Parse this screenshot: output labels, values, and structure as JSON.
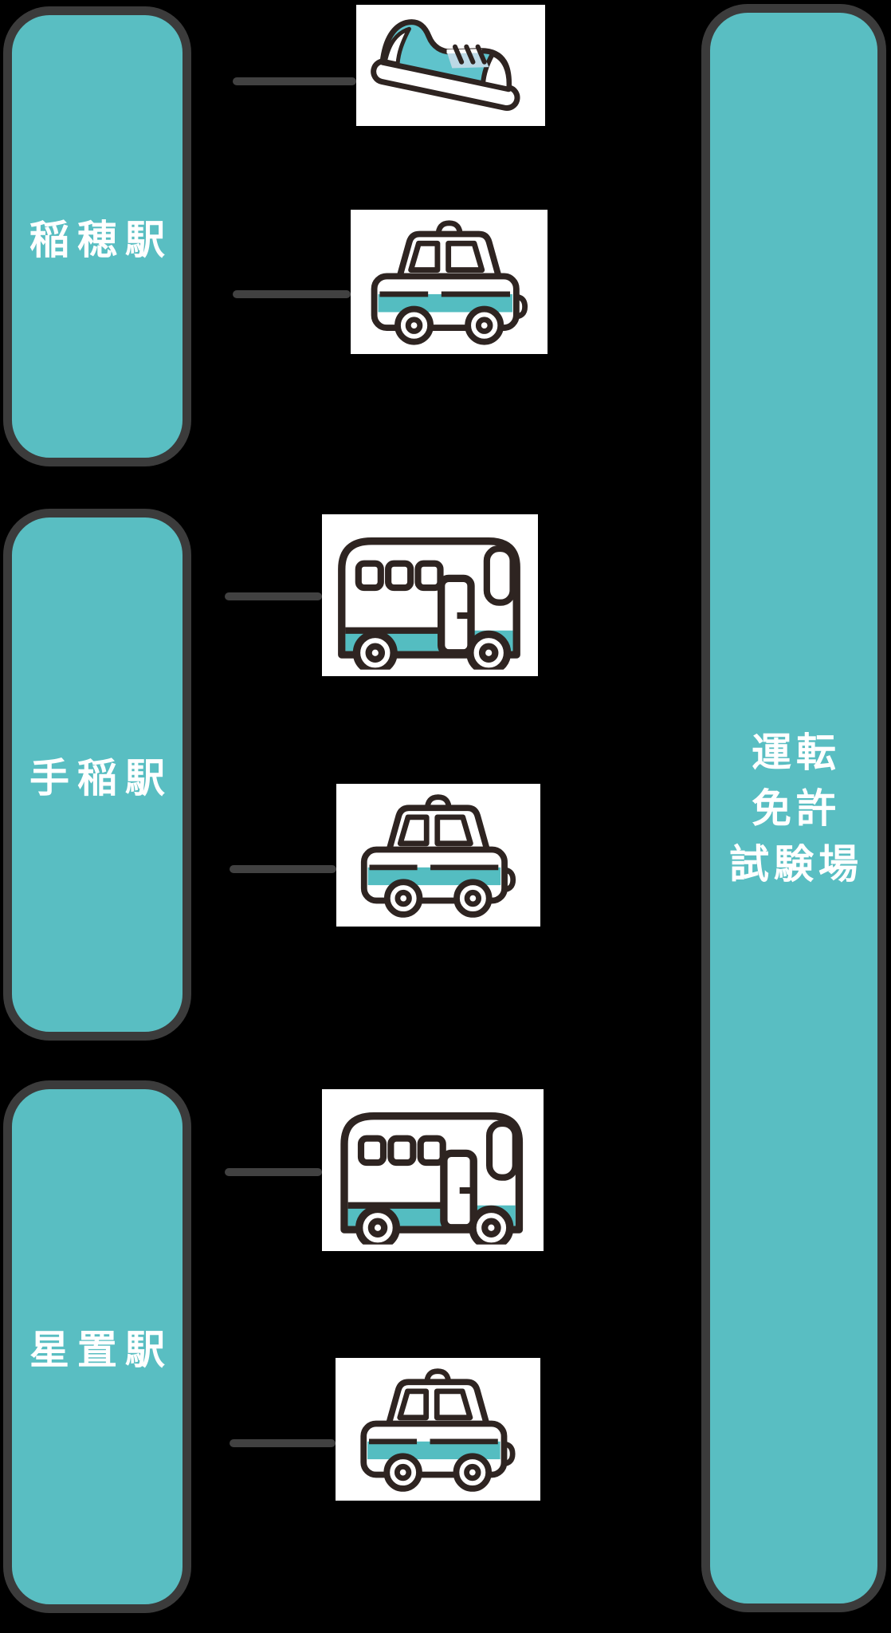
{
  "diagram": {
    "description": "Access routes from three train stations to the driver's license test center",
    "background_color": "#000000",
    "colors": {
      "box_fill_teal": "#59bec2",
      "box_border_gray": "#3b3b3b",
      "arrow_gray": "#414141",
      "icon_outline": "#2e2421",
      "icon_teal": "#54bdc1",
      "shoe_lace_panel_blue": "#bcd9e6",
      "label_text": "#ffffff",
      "icon_tile_background": "#ffffff"
    }
  },
  "stations": [
    {
      "label": "稲穂駅"
    },
    {
      "label": "手稲駅"
    },
    {
      "label": "星置駅"
    }
  ],
  "destination": {
    "lines": [
      "運転",
      "免許",
      "試験場"
    ],
    "full_name": "運転免許試験場"
  },
  "routes": [
    {
      "from": "稲穂駅",
      "to": "運転免許試験場",
      "mode": "walk",
      "icon": "shoe-icon"
    },
    {
      "from": "稲穂駅",
      "to": "運転免許試験場",
      "mode": "taxi",
      "icon": "taxi-icon"
    },
    {
      "from": "手稲駅",
      "to": "運転免許試験場",
      "mode": "bus",
      "icon": "bus-icon"
    },
    {
      "from": "手稲駅",
      "to": "運転免許試験場",
      "mode": "taxi",
      "icon": "taxi-icon"
    },
    {
      "from": "星置駅",
      "to": "運転免許試験場",
      "mode": "bus",
      "icon": "bus-icon"
    },
    {
      "from": "星置駅",
      "to": "運転免許試験場",
      "mode": "taxi",
      "icon": "taxi-icon"
    }
  ]
}
